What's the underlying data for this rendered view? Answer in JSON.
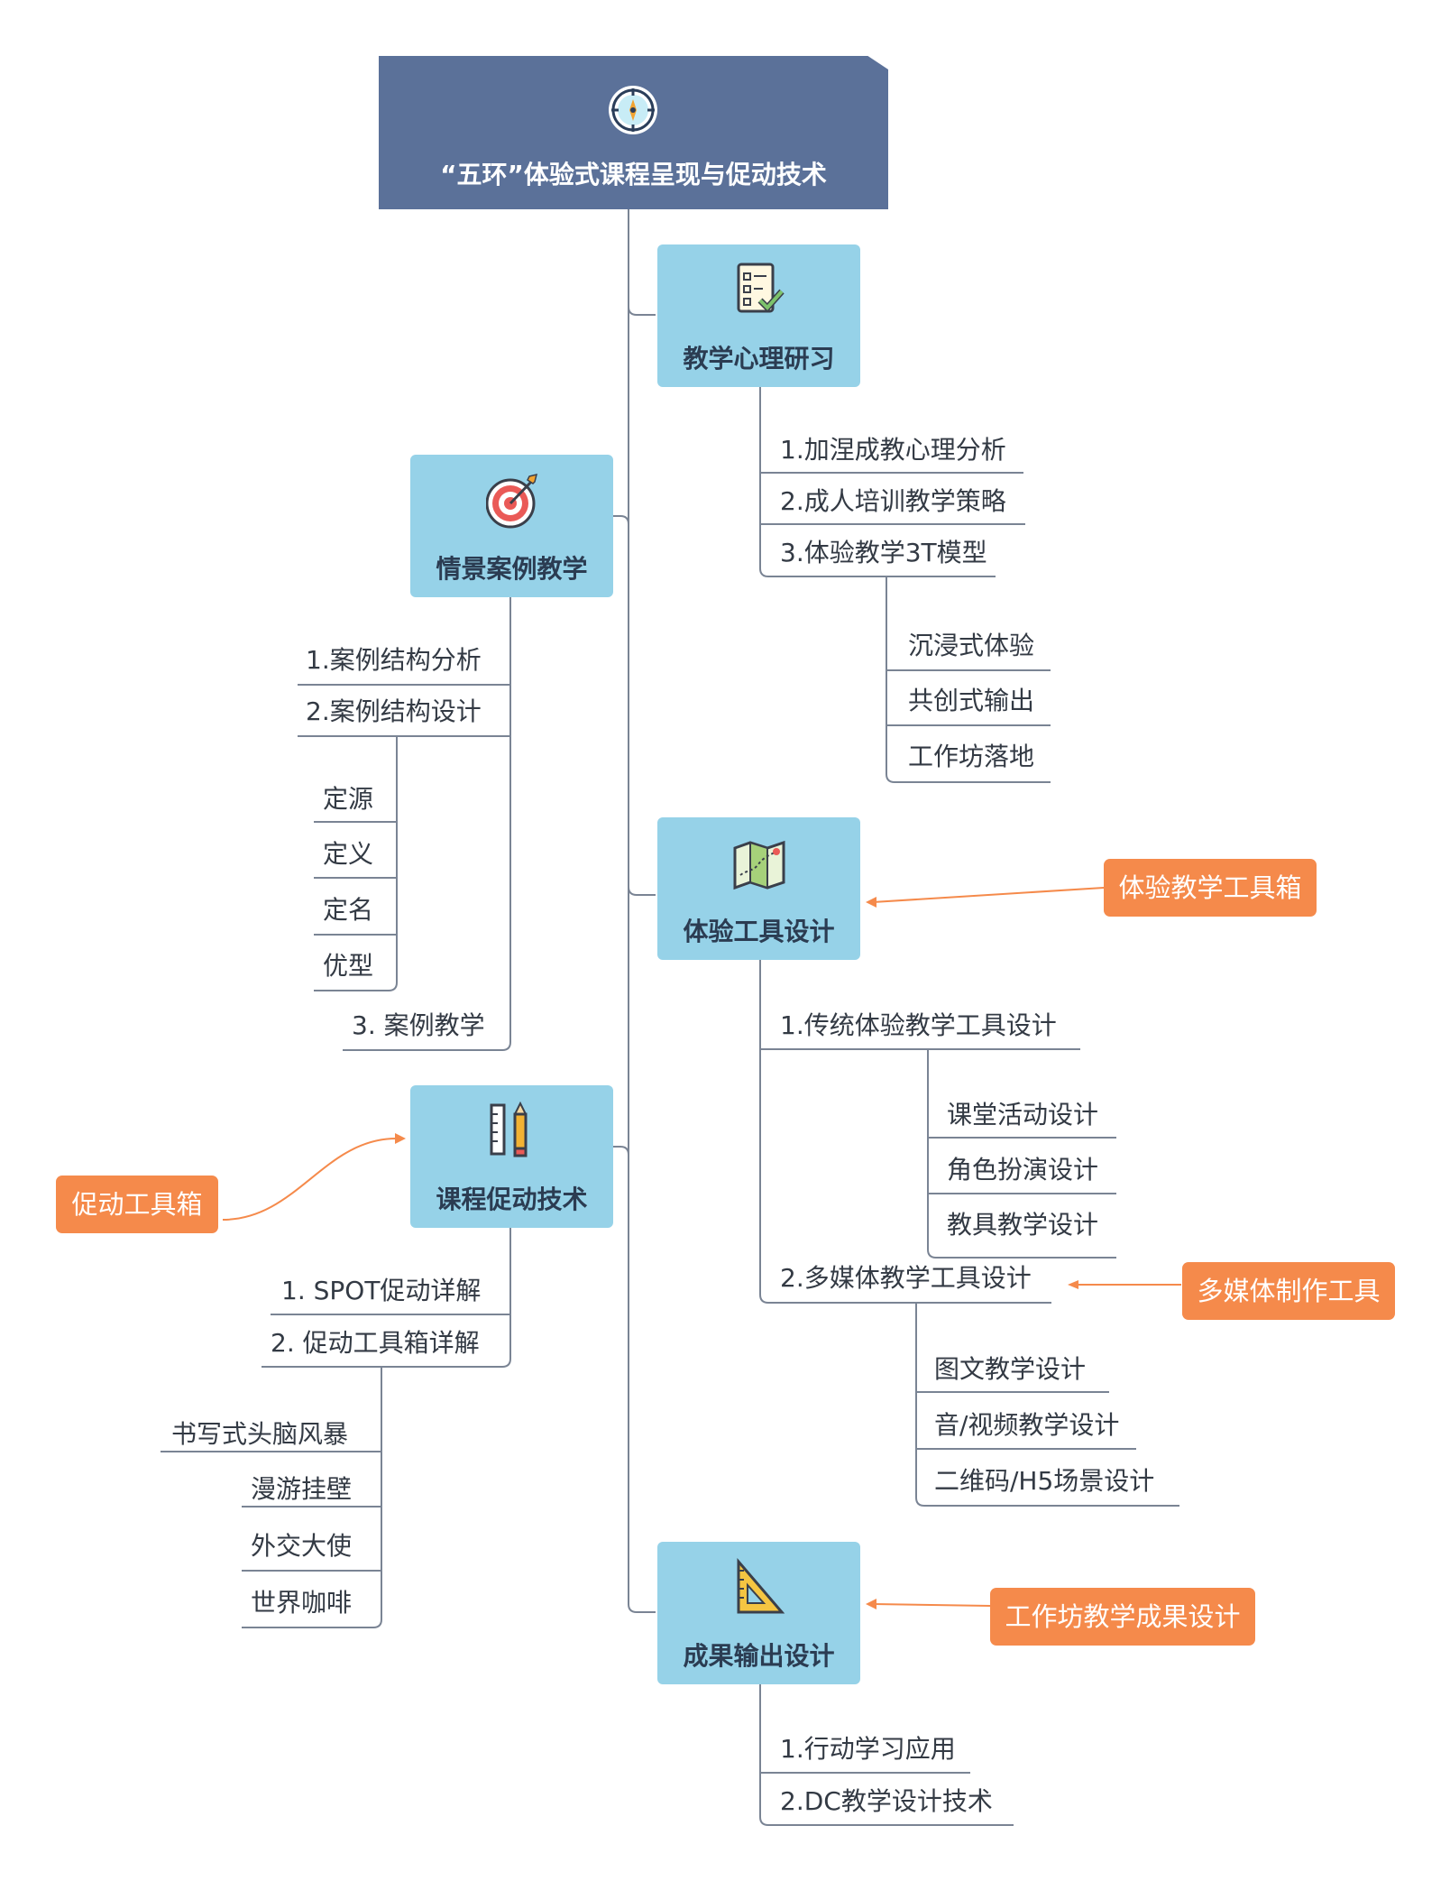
{
  "root": {
    "title": "“五环”体验式课程呈现与促动技术",
    "icon": "compass-icon"
  },
  "branches": {
    "psych": {
      "label": "教学心理研习",
      "icon": "checklist-icon",
      "items": [
        "1.加涅成教心理分析",
        "2.成人培训教学策略",
        "3.体验教学3T模型"
      ],
      "sub": [
        "沉浸式体验",
        "共创式输出",
        "工作坊落地"
      ]
    },
    "case": {
      "label": "情景案例教学",
      "icon": "target-icon",
      "items": [
        "1.案例结构分析",
        "2.案例结构设计",
        "3. 案例教学"
      ],
      "sub": [
        "定源",
        "定义",
        "定名",
        "优型"
      ]
    },
    "tools": {
      "label": "体验工具设计",
      "icon": "map-icon",
      "items": [
        "1.传统体验教学工具设计",
        "2.多媒体教学工具设计"
      ],
      "sub1": [
        "课堂活动设计",
        "角色扮演设计",
        "教具教学设计"
      ],
      "sub2": [
        "图文教学设计",
        "音/视频教学设计",
        "二维码/H5场景设计"
      ]
    },
    "facil": {
      "label": "课程促动技术",
      "icon": "ruler-pencil-icon",
      "items": [
        "1. SPOT促动详解",
        "2. 促动工具箱详解"
      ],
      "sub": [
        "书写式头脑风暴",
        "漫游挂壁",
        "外交大使",
        "世界咖啡"
      ]
    },
    "output": {
      "label": "成果输出设计",
      "icon": "set-square-icon",
      "items": [
        "1.行动学习应用",
        "2.DC教学设计技术"
      ]
    }
  },
  "notes": {
    "toolbox": "体验教学工具箱",
    "facil_toolbox": "促动工具箱",
    "multimedia": "多媒体制作工具",
    "workshop": "工作坊教学成果设计"
  },
  "colors": {
    "root": "#5b7199",
    "branch": "#96d2e8",
    "note": "#f58a4b",
    "line": "#7a8494"
  }
}
